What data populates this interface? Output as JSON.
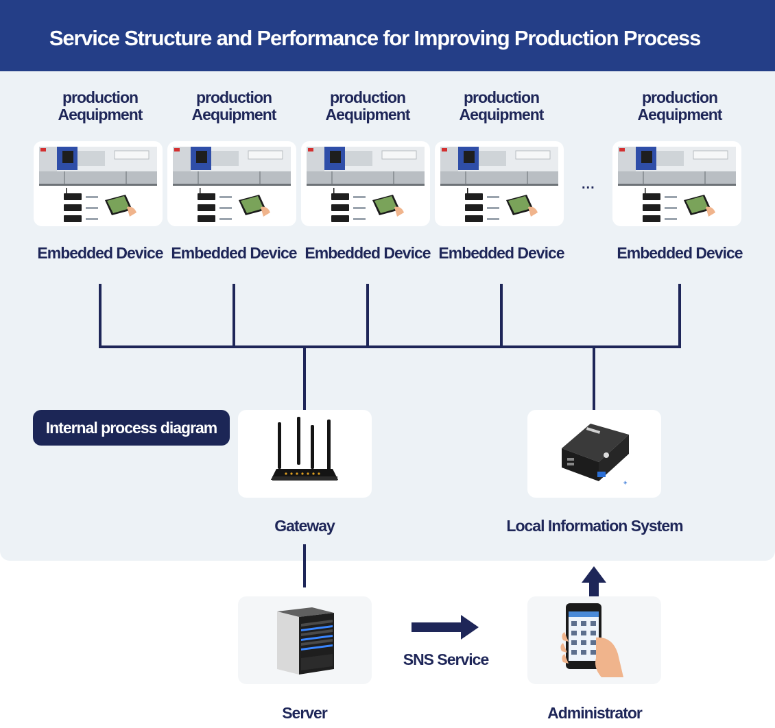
{
  "header": {
    "title": "Service Structure and Performance for Improving Production Process"
  },
  "equipment": [
    {
      "label_line1": "production",
      "label_line2": "Aequipment",
      "device_label": "Embedded Device"
    },
    {
      "label_line1": "production",
      "label_line2": "Aequipment",
      "device_label": "Embedded Device"
    },
    {
      "label_line1": "production",
      "label_line2": "Aequipment",
      "device_label": "Embedded Device"
    },
    {
      "label_line1": "production",
      "label_line2": "Aequipment",
      "device_label": "Embedded Device"
    },
    {
      "label_line1": "production",
      "label_line2": "Aequipment",
      "device_label": "Embedded Device"
    }
  ],
  "ellipsis": "...",
  "badge": {
    "label": "Internal process diagram"
  },
  "gateway": {
    "label": "Gateway"
  },
  "local_system": {
    "label": "Local Information System"
  },
  "server": {
    "label": "Server"
  },
  "sns": {
    "label": "SNS Service"
  },
  "administrator": {
    "label": "Administrator"
  },
  "colors": {
    "header_bg": "#243e87",
    "panel_bg": "#edf2f6",
    "line": "#1e2658",
    "badge_bg": "#1c2656"
  }
}
